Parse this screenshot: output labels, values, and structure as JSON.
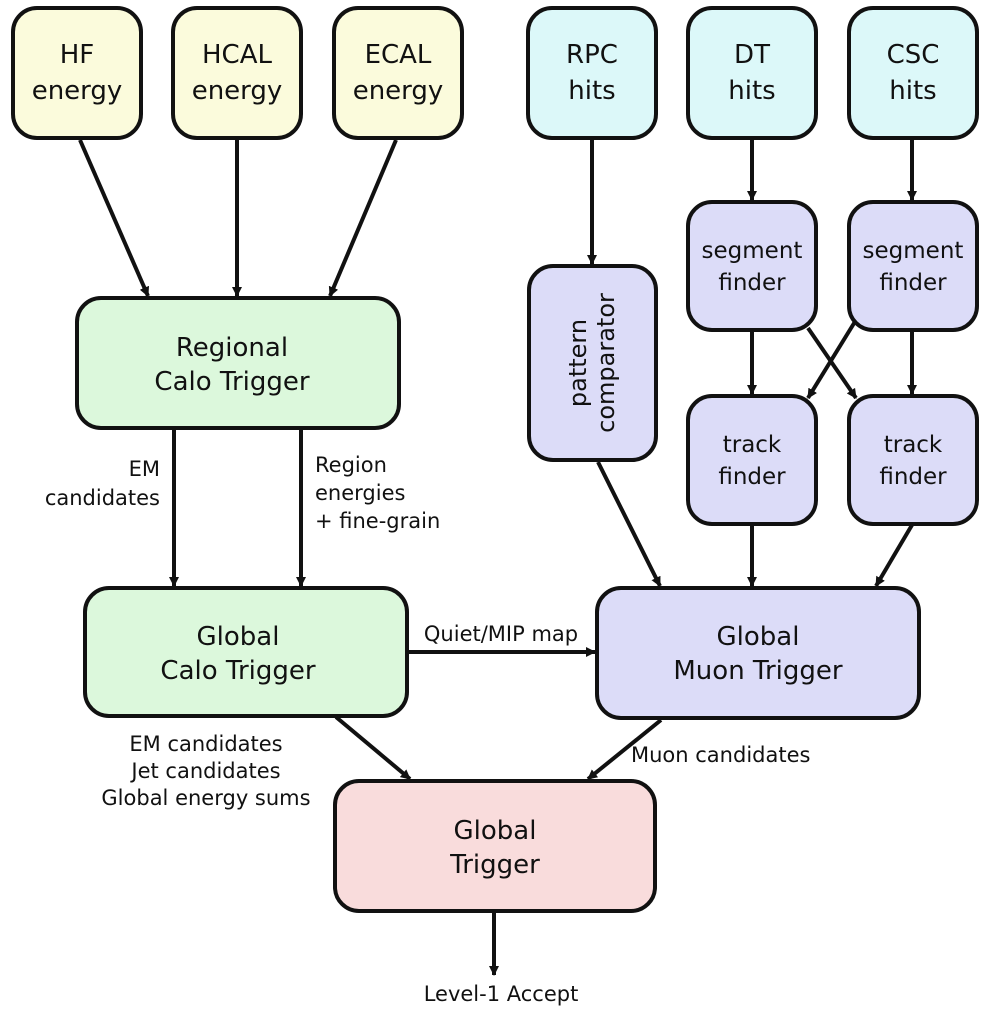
{
  "colors": {
    "energy_fill": "#fbfbdc",
    "hits_fill": "#dcf8f9",
    "calo_fill": "#dcf8dc",
    "muon_fill": "#dcdcf8",
    "global_fill": "#f9dcdc",
    "stroke": "#111111"
  },
  "nodes": {
    "hf": {
      "line1": "HF",
      "line2": "energy"
    },
    "hcal": {
      "line1": "HCAL",
      "line2": "energy"
    },
    "ecal": {
      "line1": "ECAL",
      "line2": "energy"
    },
    "rpc": {
      "line1": "RPC",
      "line2": "hits"
    },
    "dt": {
      "line1": "DT",
      "line2": "hits"
    },
    "csc": {
      "line1": "CSC",
      "line2": "hits"
    },
    "seg_dt": {
      "line1": "segment",
      "line2": "finder"
    },
    "seg_csc": {
      "line1": "segment",
      "line2": "finder"
    },
    "pattern": {
      "line1": "pattern",
      "line2": "comparator"
    },
    "track_dt": {
      "line1": "track",
      "line2": "finder"
    },
    "track_csc": {
      "line1": "track",
      "line2": "finder"
    },
    "rct": {
      "line1": "Regional",
      "line2": "Calo Trigger"
    },
    "gct": {
      "line1": "Global",
      "line2": "Calo Trigger"
    },
    "gmt": {
      "line1": "Global",
      "line2": "Muon Trigger"
    },
    "gt": {
      "line1": "Global",
      "line2": "Trigger"
    }
  },
  "edge_labels": {
    "em_candidates": [
      "EM",
      "candidates"
    ],
    "region_energies": [
      "Region",
      "energies",
      "+ fine-grain"
    ],
    "quiet_mip": "Quiet/MIP map",
    "gct_outputs": [
      "EM candidates",
      "Jet candidates",
      "Global energy sums"
    ],
    "muon_candidates": "Muon candidates",
    "level1": "Level-1 Accept"
  }
}
